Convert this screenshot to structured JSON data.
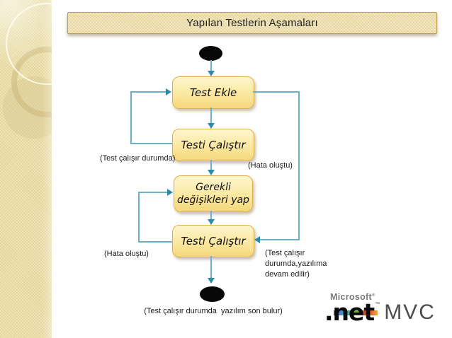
{
  "title": {
    "text": "Yapılan Testlerin Aşamaları"
  },
  "flow": {
    "node1": "Test Ekle",
    "node2": "Testi Çalıştır",
    "node3_line1": "Gerekli",
    "node3_line2": "değişikleri yap",
    "node4": "Testi Çalıştır",
    "label_left_top": "(Test çalışır durumda)",
    "label_right_top": "(Hata oluştu)",
    "label_left_bottom": "(Hata oluştu)",
    "label_right_bottom_1": "(Test çalışır",
    "label_right_bottom_2": "durumda,yazılıma",
    "label_right_bottom_3": "devam edilir)",
    "label_end": "(Test çalışır durumda  yazılım son bulur)"
  },
  "logo": {
    "brand": "Microsoft",
    "brand_mark": "®",
    "product": ".net",
    "product_mark": "™",
    "suffix": "MVC"
  },
  "colors": {
    "connector": "#6CB0C6",
    "arrowhead": "#2E8BA6",
    "node_fill_top": "#FEF6CE",
    "node_fill_bottom": "#F5D77C",
    "node_border": "#E0B04B",
    "sidebar_bg": "#E9DCA4",
    "title_bg": "#ECDFAC",
    "title_border": "#BFA04F"
  }
}
